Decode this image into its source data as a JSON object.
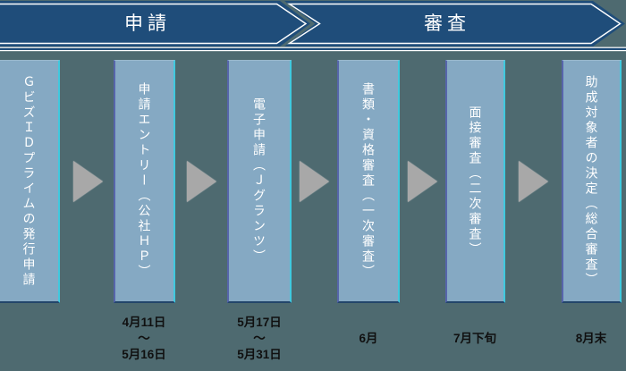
{
  "diagram": {
    "type": "process-flow",
    "colors": {
      "background": "#4e6a70",
      "banner_fill": "#1f4d7a",
      "banner_outline": "#ffffff",
      "box_fill": "#85a9c3",
      "box_text": "#ffffff",
      "arrow": "#a8a8a8",
      "date_text": "#101010"
    },
    "phases": [
      {
        "label": "申請"
      },
      {
        "label": "審査"
      }
    ],
    "steps": [
      {
        "label": "ＧビズＩＤプライムの発行申請",
        "date": []
      },
      {
        "label": "申請エントリー（公社ＨＰ）",
        "date": [
          "4月11日",
          "～",
          "5月16日"
        ]
      },
      {
        "label": "電子申請（Ｊグランツ）",
        "date": [
          "5月17日",
          "～",
          "5月31日"
        ]
      },
      {
        "label": "書類・資格審査（一次審査）",
        "date": [
          "6月"
        ]
      },
      {
        "label": "面接審査（二次審査）",
        "date": [
          "7月下旬"
        ]
      },
      {
        "label": "助成対象者の決定（総合審査）",
        "date": [
          "8月末"
        ]
      }
    ]
  }
}
